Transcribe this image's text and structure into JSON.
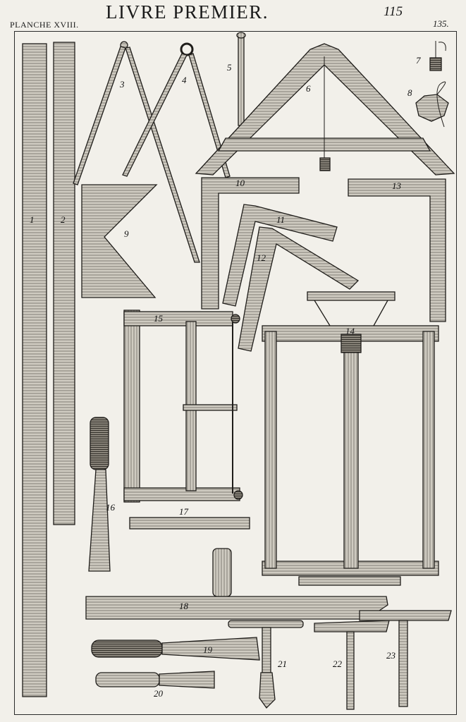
{
  "header": {
    "plate": "PLANCHE XVIII.",
    "title": "LIVRE PREMIER.",
    "page_number": "115",
    "folio": "135."
  },
  "figure_numbers": [
    "1",
    "2",
    "3",
    "4",
    "5",
    "6",
    "7",
    "8",
    "9",
    "10",
    "11",
    "12",
    "13",
    "14",
    "15",
    "16",
    "17",
    "18",
    "19",
    "20",
    "21",
    "22",
    "23"
  ]
}
